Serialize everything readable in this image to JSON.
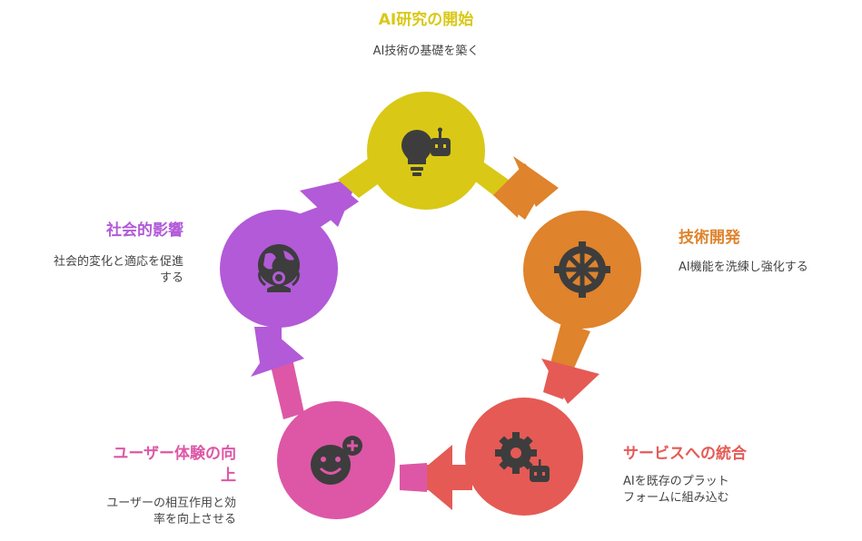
{
  "steps": [
    {
      "title": "AI研究の開始",
      "desc": [
        "AI技術の基礎を築く"
      ],
      "color": "#d9c816",
      "icon": "lightbulb-robot-icon"
    },
    {
      "title": "技術開発",
      "desc": [
        "AI機能を洗練し強化する"
      ],
      "color": "#df832c",
      "icon": "gear-wheel-icon"
    },
    {
      "title": "サービスへの統合",
      "desc": [
        "AIを既存のプラット",
        "フォームに組み込む"
      ],
      "color": "#e55a55",
      "icon": "gear-robot-icon"
    },
    {
      "title": [
        "ユーザー体験の向",
        "上"
      ],
      "desc": [
        "ユーザーの相互作用と効",
        "率を向上させる"
      ],
      "color": "#dd57a6",
      "icon": "smiley-plus-icon"
    },
    {
      "title": "社会的影響",
      "desc": [
        "社会的変化と適応を促進",
        "する"
      ],
      "color": "#b25ad8",
      "icon": "globe-person-icon"
    }
  ]
}
